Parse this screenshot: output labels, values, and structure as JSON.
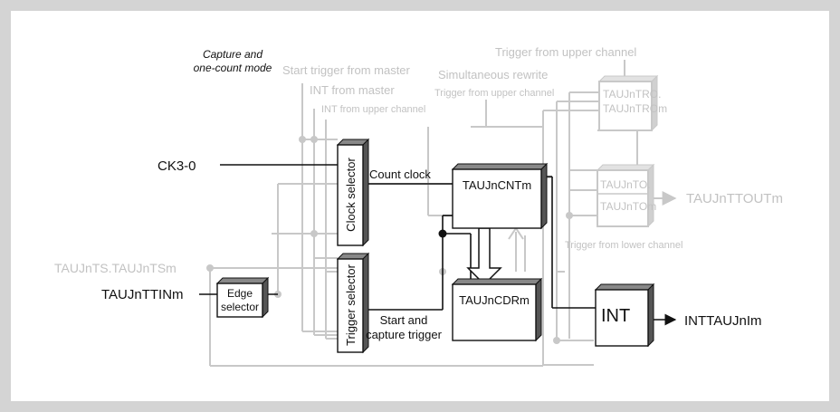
{
  "labels": {
    "mode_line1": "Capture and",
    "mode_line2": "one-count mode",
    "start_trigger_master": "Start trigger from master",
    "int_from_master": "INT from master",
    "int_from_upper": "INT from upper channel",
    "trigger_upper_top": "Trigger from upper channel",
    "simultaneous_rewrite": "Simultaneous rewrite",
    "trigger_upper_mid": "Trigger from upper channel",
    "ck_input": "CK3-0",
    "count_clock": "Count clock",
    "ts_input": "TAUJnTS.TAUJnTSm",
    "ttin_input": "TAUJnTTINm",
    "start_capture_1": "Start and",
    "start_capture_2": "capture trigger",
    "trigger_lower": "Trigger from lower channel",
    "ttout_output": "TAUJnTTOUTm",
    "int_output": "INTTAUJnIm"
  },
  "blocks": {
    "clock_selector": "Clock selector",
    "trigger_selector": "Trigger selector",
    "edge_line1": "Edge",
    "edge_line2": "selector",
    "cnt": "TAUJnCNTm",
    "cdr": "TAUJnCDRm",
    "tro_line1": "TAUJnTRO.",
    "tro_line2": "TAUJnTROm",
    "to_line1": "TAUJnTO.",
    "to_line2": "TAUJnTOm",
    "int": "INT"
  },
  "colors": {
    "active": "#111111",
    "inactive": "#c2c2c2",
    "background": "#d4d4d4",
    "panel": "#ffffff"
  }
}
